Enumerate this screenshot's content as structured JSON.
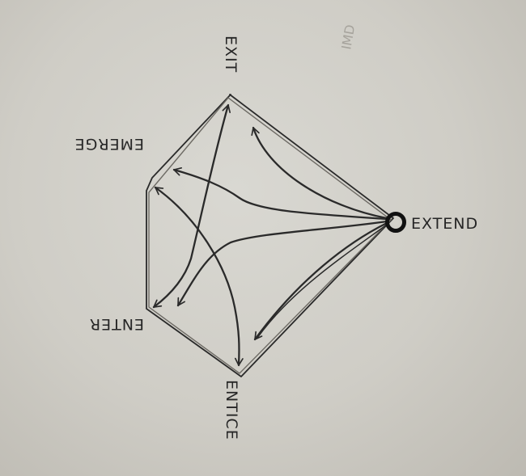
{
  "diagram": {
    "source_node": {
      "label": "EXTEND"
    },
    "target_nodes": [
      {
        "id": "exit",
        "label": "EXIT"
      },
      {
        "id": "emerge",
        "label": "EMERGE"
      },
      {
        "id": "enter",
        "label": "ENTER"
      },
      {
        "id": "entice",
        "label": "ENTICE"
      }
    ],
    "bleed_through_text": "IMD"
  },
  "colors": {
    "paper": "#d4d2cb",
    "ink": "#2a2a2a"
  }
}
